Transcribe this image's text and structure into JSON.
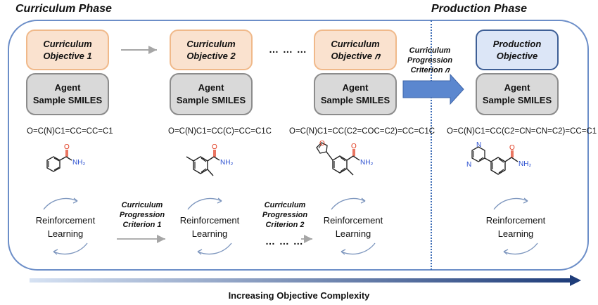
{
  "phases": {
    "curriculum": "Curriculum Phase",
    "production": "Production Phase"
  },
  "objectives": [
    {
      "line1": "Curriculum",
      "line2": "Objective 1"
    },
    {
      "line1": "Curriculum",
      "line2": "Objective 2"
    },
    {
      "line1": "Curriculum",
      "line2": "Objective 𝑛"
    },
    {
      "line1": "Production",
      "line2": "Objective"
    }
  ],
  "agent": {
    "line1": "Agent",
    "line2": "Sample SMILES"
  },
  "smiles": [
    "O=C(N)C1=CC=CC=C1",
    "O=C(N)C1=CC(C)=CC=C1C",
    "O=C(N)C1=CC(C2=COC=C2)=CC=C1C",
    "O=C(N)C1=CC(C2=CN=CN=C2)=CC=C1"
  ],
  "rl": {
    "line1": "Reinforcement",
    "line2": "Learning"
  },
  "criteria": [
    {
      "line1": "Curriculum",
      "line2": "Progression",
      "line3": "Criterion 1"
    },
    {
      "line1": "Curriculum",
      "line2": "Progression",
      "line3": "Criterion 2"
    },
    {
      "line1": "Curriculum",
      "line2": "Progression",
      "line3": "Criterion 𝑛"
    }
  ],
  "ellipsis": "… … …",
  "atoms": {
    "oxygen": "O",
    "amine": "NH₂",
    "nitrogen": "N"
  },
  "footer": "Increasing Objective Complexity",
  "colors": {
    "frame": "#6c8ec8",
    "curriculum_fill": "#fae2cf",
    "curriculum_border": "#f0b98a",
    "production_fill": "#dce6f7",
    "production_border": "#3e5f96",
    "agent_fill": "#d9d9d9",
    "agent_border": "#8c8c8c",
    "big_arrow": "#5b87cf",
    "gradient_start": "#d6e2f3",
    "gradient_end": "#1f3d7a",
    "oxygen": "#e03a1e",
    "nitrogen": "#2a4fd0"
  }
}
